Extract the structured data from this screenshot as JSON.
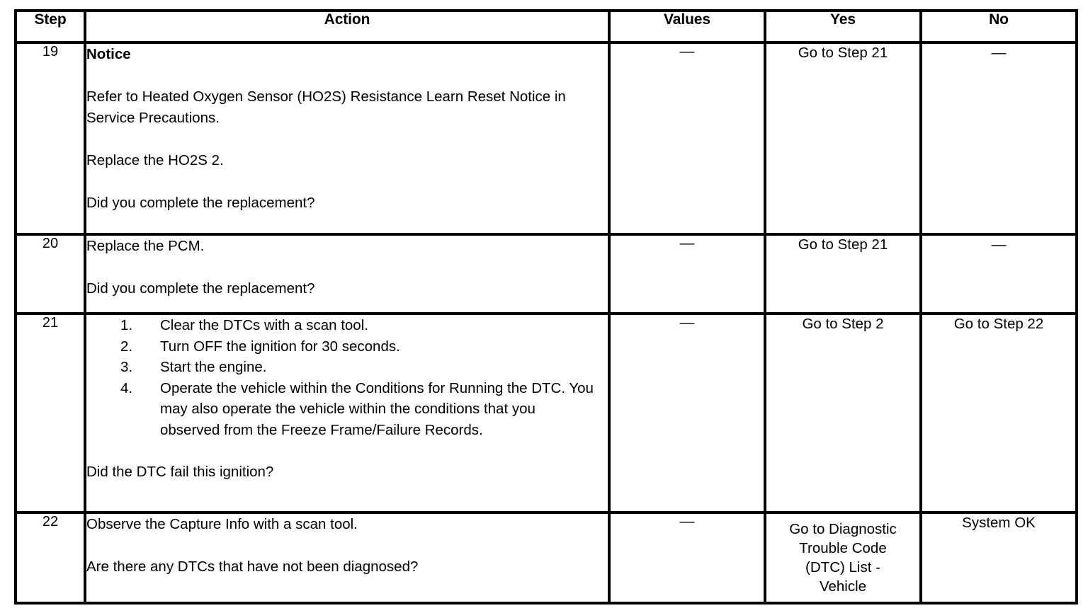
{
  "table": {
    "headers": {
      "step": "Step",
      "action": "Action",
      "values": "Values",
      "yes": "Yes",
      "no": "No"
    },
    "rows": [
      {
        "step": "19",
        "action": {
          "notice_heading": "Notice",
          "notice_body": "Refer to Heated Oxygen Sensor (HO2S) Resistance Learn Reset Notice in Service Precautions.",
          "instruction": "Replace the HO2S 2.",
          "question": "Did you complete the replacement?"
        },
        "values": "—",
        "yes": "Go to Step 21",
        "no": "—"
      },
      {
        "step": "20",
        "action": {
          "instruction": "Replace the PCM.",
          "question": "Did you complete the replacement?"
        },
        "values": "—",
        "yes": "Go to Step 21",
        "no": "—"
      },
      {
        "step": "21",
        "action": {
          "list": [
            {
              "num": "1.",
              "text": "Clear the DTCs with a scan tool."
            },
            {
              "num": "2.",
              "text": "Turn OFF the ignition for 30 seconds."
            },
            {
              "num": "3.",
              "text": "Start the engine."
            },
            {
              "num": "4.",
              "text": "Operate the vehicle within the Conditions for Running the DTC. You may also operate the vehicle within the conditions that you observed from the Freeze Frame/Failure Records."
            }
          ],
          "question": "Did the DTC fail this ignition?"
        },
        "values": "—",
        "yes": "Go to Step 2",
        "no": "Go to Step 22"
      },
      {
        "step": "22",
        "action": {
          "instruction": "Observe the Capture Info with a scan tool.",
          "question": "Are there any DTCs that have not been diagnosed?"
        },
        "values": "—",
        "yes_lines": [
          "Go to Diagnostic",
          "Trouble Code",
          "(DTC) List -",
          "Vehicle"
        ],
        "no": "System OK"
      }
    ]
  },
  "colors": {
    "border": "#000000",
    "text": "#000000",
    "background": "#ffffff"
  }
}
